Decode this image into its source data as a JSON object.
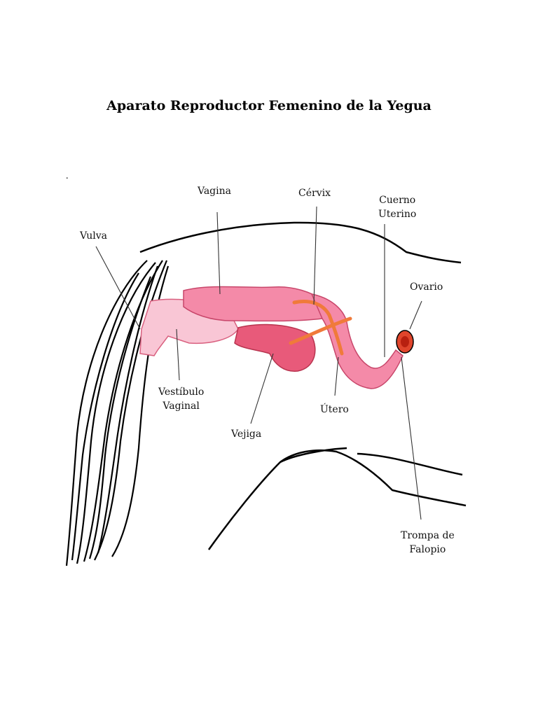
{
  "title": "Aparato Reproductor Femenino de la Yegua",
  "stray_mark": ".",
  "labels": {
    "vagina": "Vagina",
    "cervix": "Cérvix",
    "cuerno_line1": "Cuerno",
    "cuerno_line2": "Uterino",
    "vulva": "Vulva",
    "ovario": "Ovario",
    "vestibulo_line1": "Vestíbulo",
    "vestibulo_line2": "Vaginal",
    "utero": "Útero",
    "vejiga": "Vejiga",
    "trompa_line1": "Trompa de",
    "trompa_line2": "Falopio"
  },
  "colors": {
    "organ_pink": "#f48aa8",
    "organ_light": "#f9c6d5",
    "bladder": "#e85a7a",
    "cervix_orange": "#f07a3a",
    "ovary": "#e0452c",
    "outline": "#000000"
  }
}
